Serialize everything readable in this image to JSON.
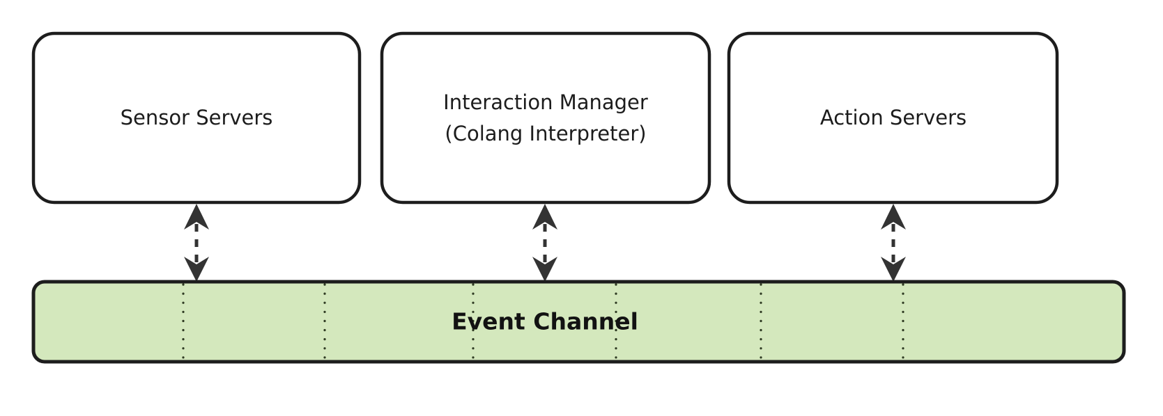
{
  "diagram": {
    "type": "architecture-block-diagram",
    "background_color": "#ffffff",
    "nodes": [
      {
        "id": "sensor-servers",
        "label_lines": [
          "Sensor Servers"
        ],
        "fill_color": "#ffffff",
        "border_color": "#1d1d1d"
      },
      {
        "id": "interaction-manager",
        "label_lines": [
          "Interaction Manager",
          "(Colang Interpreter)"
        ],
        "fill_color": "#ffffff",
        "border_color": "#1d1d1d"
      },
      {
        "id": "action-servers",
        "label_lines": [
          "Action Servers"
        ],
        "fill_color": "#ffffff",
        "border_color": "#1d1d1d"
      }
    ],
    "channel": {
      "id": "event-channel",
      "label": "Event Channel",
      "fill_color": "#d4e8bd",
      "border_color": "#1d1d1d",
      "divider_color": "#2e3a22",
      "divider_count": 6
    },
    "connectors": [
      {
        "id": "sensor-servers-to-event-channel",
        "from": "sensor-servers",
        "to": "event-channel",
        "style": "dashed",
        "direction": "bidirectional",
        "color": "#333333"
      },
      {
        "id": "interaction-manager-to-event-channel",
        "from": "interaction-manager",
        "to": "event-channel",
        "style": "dashed",
        "direction": "bidirectional",
        "color": "#333333"
      },
      {
        "id": "action-servers-to-event-channel",
        "from": "action-servers",
        "to": "event-channel",
        "style": "dashed",
        "direction": "bidirectional",
        "color": "#333333"
      }
    ]
  }
}
